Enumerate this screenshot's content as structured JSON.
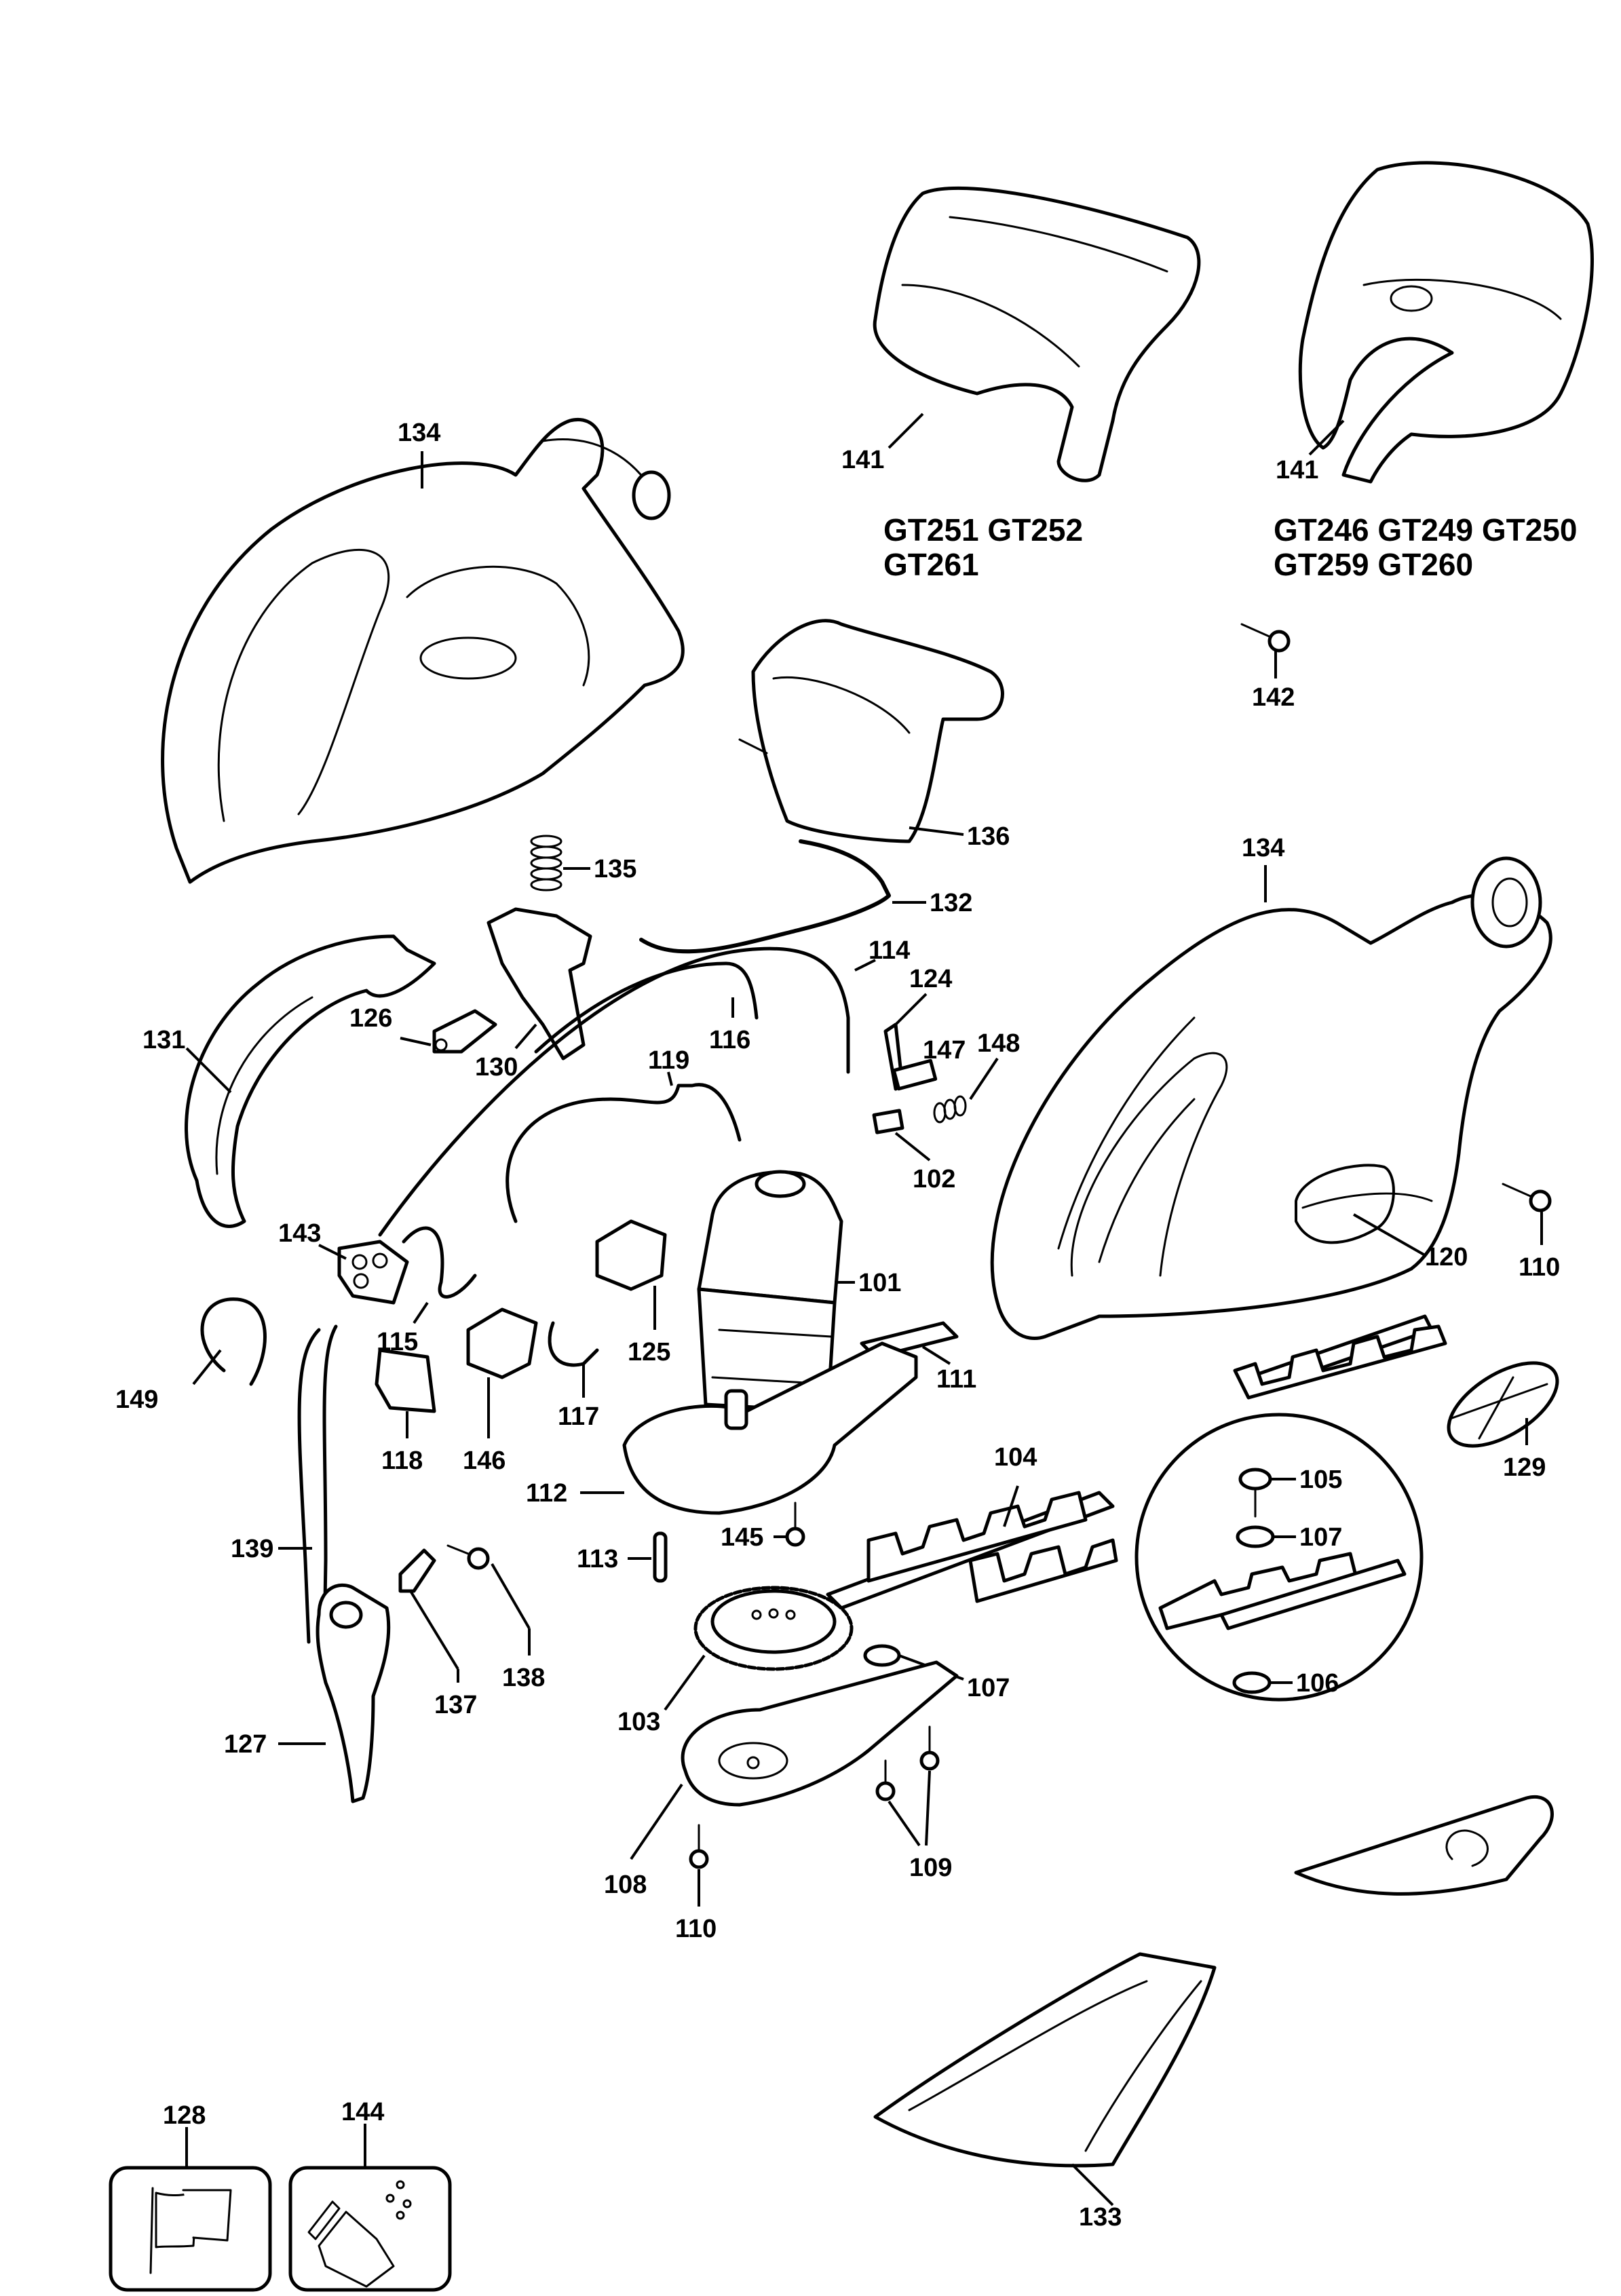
{
  "diagram": {
    "type": "exploded-parts-diagram",
    "subject": "hedge trimmer",
    "model_groups": [
      {
        "lines": [
          "GT251  GT252",
          "GT261"
        ],
        "applies_to_part": "141"
      },
      {
        "lines": [
          "GT246  GT249  GT250",
          "GT259  GT260"
        ],
        "applies_to_part": "141"
      }
    ],
    "labels": {
      "p101": "101",
      "p102": "102",
      "p103": "103",
      "p104": "104",
      "p105": "105",
      "p106": "106",
      "p107a": "107",
      "p107b": "107",
      "p108": "108",
      "p109": "109",
      "p110a": "110",
      "p110b": "110",
      "p111": "111",
      "p112": "112",
      "p113": "113",
      "p114": "114",
      "p115": "115",
      "p116": "116",
      "p117": "117",
      "p118": "118",
      "p119": "119",
      "p120": "120",
      "p124": "124",
      "p125": "125",
      "p126": "126",
      "p127": "127",
      "p128": "128",
      "p129": "129",
      "p130": "130",
      "p131": "131",
      "p132": "132",
      "p133": "133",
      "p134a": "134",
      "p134b": "134",
      "p135": "135",
      "p136": "136",
      "p137": "137",
      "p138": "138",
      "p139": "139",
      "p141a": "141",
      "p141b": "141",
      "p142": "142",
      "p143": "143",
      "p144": "144",
      "p145": "145",
      "p146": "146",
      "p147": "147",
      "p148": "148",
      "p149": "149"
    },
    "icons": {
      "p128": "flag-icon",
      "p144": "oil-can-drops-icon"
    }
  }
}
